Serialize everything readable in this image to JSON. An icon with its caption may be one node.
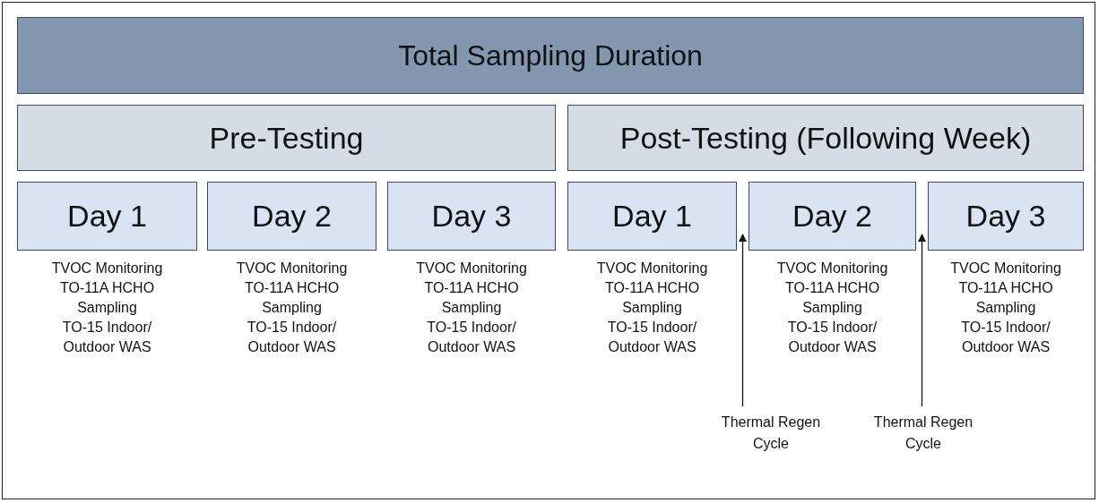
{
  "diagram": {
    "nodes": [
      {
        "text": [
          "Total Sampling Duration"
        ]
      },
      {
        "text": [
          "Pre-Testing"
        ]
      },
      {
        "text": [
          "Post-Testing (Following Week)"
        ]
      },
      {
        "text": [
          "Day 1"
        ],
        "beside": [
          "TVOC Monitoring",
          "TO-11A HCHO Sampling",
          "TO-15 Indoor/ Outdoor WAS"
        ]
      },
      {
        "text": [
          "Day 2"
        ],
        "beside": [
          "TVOC Monitoring",
          "TO-11A HCHO Sampling",
          "TO-15 Indoor/ Outdoor WAS"
        ]
      },
      {
        "text": [
          "Day 3"
        ],
        "beside": [
          "TVOC Monitoring",
          "TO-11A HCHO Sampling",
          "TO-15 Indoor/ Outdoor WAS"
        ]
      },
      {
        "text": [
          "Day 1"
        ],
        "beside": [
          "TVOC Monitoring",
          "TO-11A HCHO Sampling",
          "TO-15 Indoor/ Outdoor WAS"
        ]
      },
      {
        "text": [
          "Day 2"
        ],
        "beside": [
          "TVOC Monitoring",
          "TO-11A HCHO Sampling",
          "TO-15 Indoor/ Outdoor WAS"
        ]
      },
      {
        "text": [
          "Day 3"
        ],
        "beside": [
          "TVOC Monitoring",
          "TO-11A HCHO Sampling",
          "TO-15 Indoor/ Outdoor WAS"
        ]
      },
      {
        "text": [
          "Thermal Regen Cycle"
        ]
      },
      {
        "text": [
          "Thermal Regen Cycle"
        ]
      }
    ],
    "edges": [
      {
        "from": 9,
        "to": 7,
        "arrow": "to"
      },
      {
        "from": 10,
        "to": 8,
        "arrow": "to"
      }
    ]
  }
}
